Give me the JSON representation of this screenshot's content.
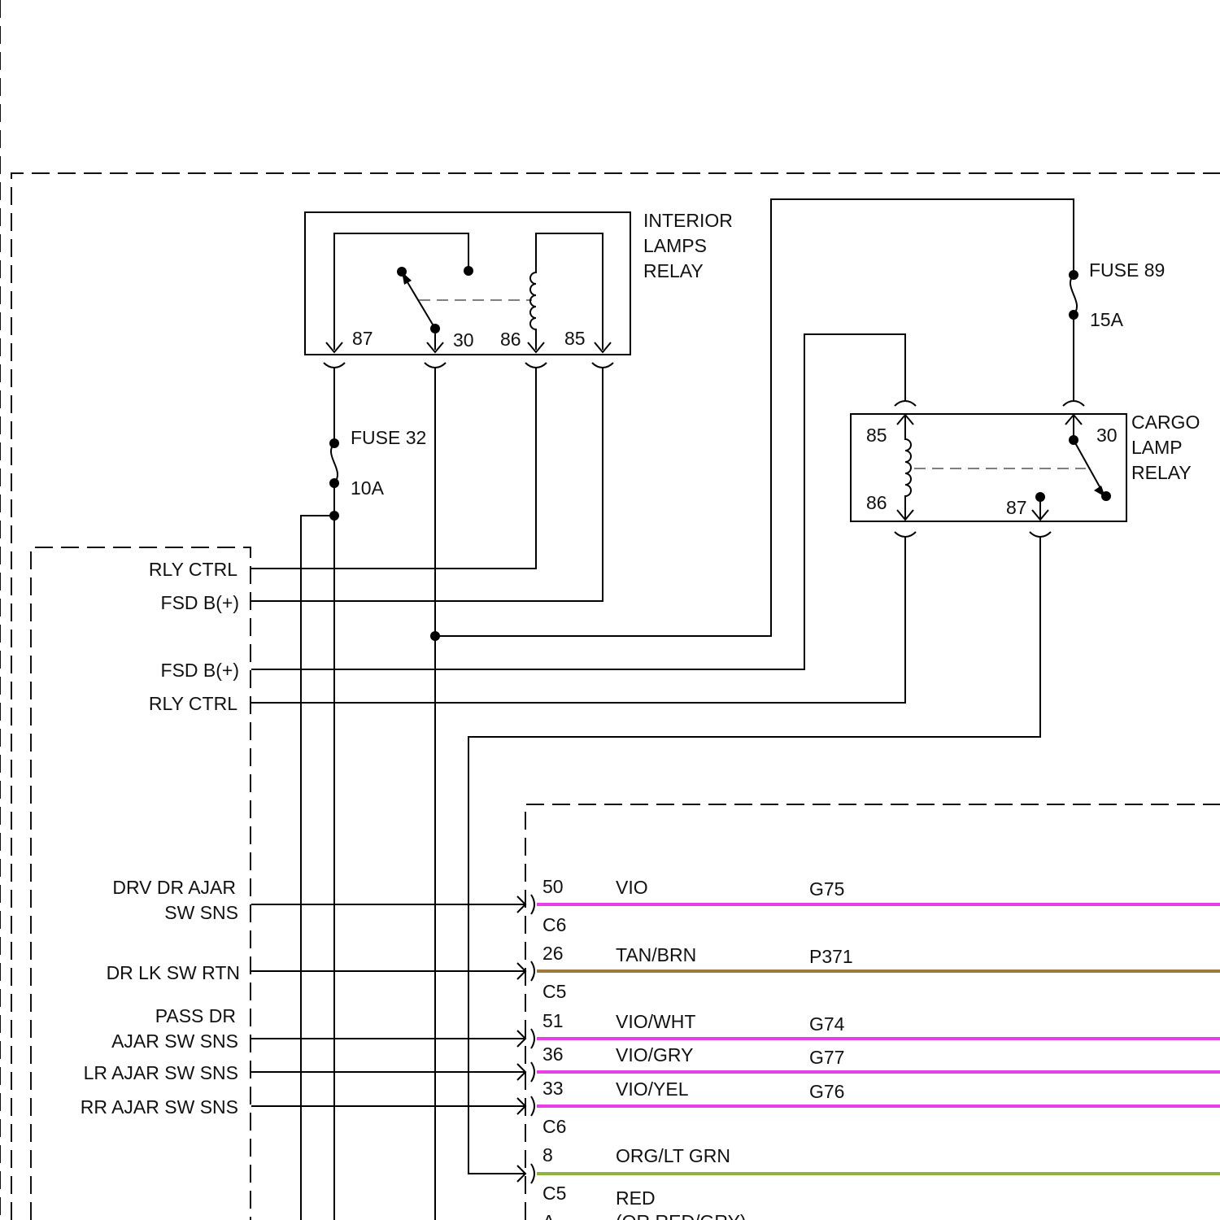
{
  "interior_relay": {
    "title": [
      "INTERIOR",
      "LAMPS",
      "RELAY"
    ],
    "pins": [
      "87",
      "30",
      "86",
      "85"
    ]
  },
  "cargo_relay": {
    "title": [
      "CARGO",
      "LAMP",
      "RELAY"
    ],
    "pins": [
      "85",
      "86",
      "30",
      "87"
    ]
  },
  "fuses": [
    {
      "name": "FUSE 32",
      "rating": "10A"
    },
    {
      "name": "FUSE 89",
      "rating": "15A"
    }
  ],
  "module_labels": {
    "rly_ctrl_1": "RLY CTRL",
    "fsd_b_1": "FSD B(+)",
    "fsd_b_2": "FSD B(+)",
    "rly_ctrl_2": "RLY CTRL",
    "drv_dr_ajar": [
      "DRV DR AJAR",
      "SW SNS"
    ],
    "dr_lk_sw_rtn": "DR LK SW RTN",
    "pass_dr_ajar": [
      "PASS DR",
      "AJAR SW SNS"
    ],
    "lr_ajar": "LR AJAR SW SNS",
    "rr_ajar": "RR AJAR SW SNS"
  },
  "wires": [
    {
      "pin": "50",
      "color": "VIO",
      "circuit": "G75",
      "hex": "#e83ee8"
    },
    {
      "pin": "26",
      "color": "TAN/BRN",
      "circuit": "P371",
      "hex": "#9a7a3e"
    },
    {
      "pin": "51",
      "color": "VIO/WHT",
      "circuit": "G74",
      "hex": "#e83ee8"
    },
    {
      "pin": "36",
      "color": "VIO/GRY",
      "circuit": "G77",
      "hex": "#e83ee8"
    },
    {
      "pin": "33",
      "color": "VIO/YEL",
      "circuit": "G76",
      "hex": "#e83ee8"
    },
    {
      "pin": "8",
      "color": "ORG/LT GRN",
      "circuit": "",
      "hex": "#8fb43c"
    }
  ],
  "connectors": [
    "C6",
    "C5",
    "C6",
    "C5"
  ],
  "bottom": {
    "color": "RED",
    "color_alt": "(OR RED/GRY)",
    "pin": "A"
  }
}
